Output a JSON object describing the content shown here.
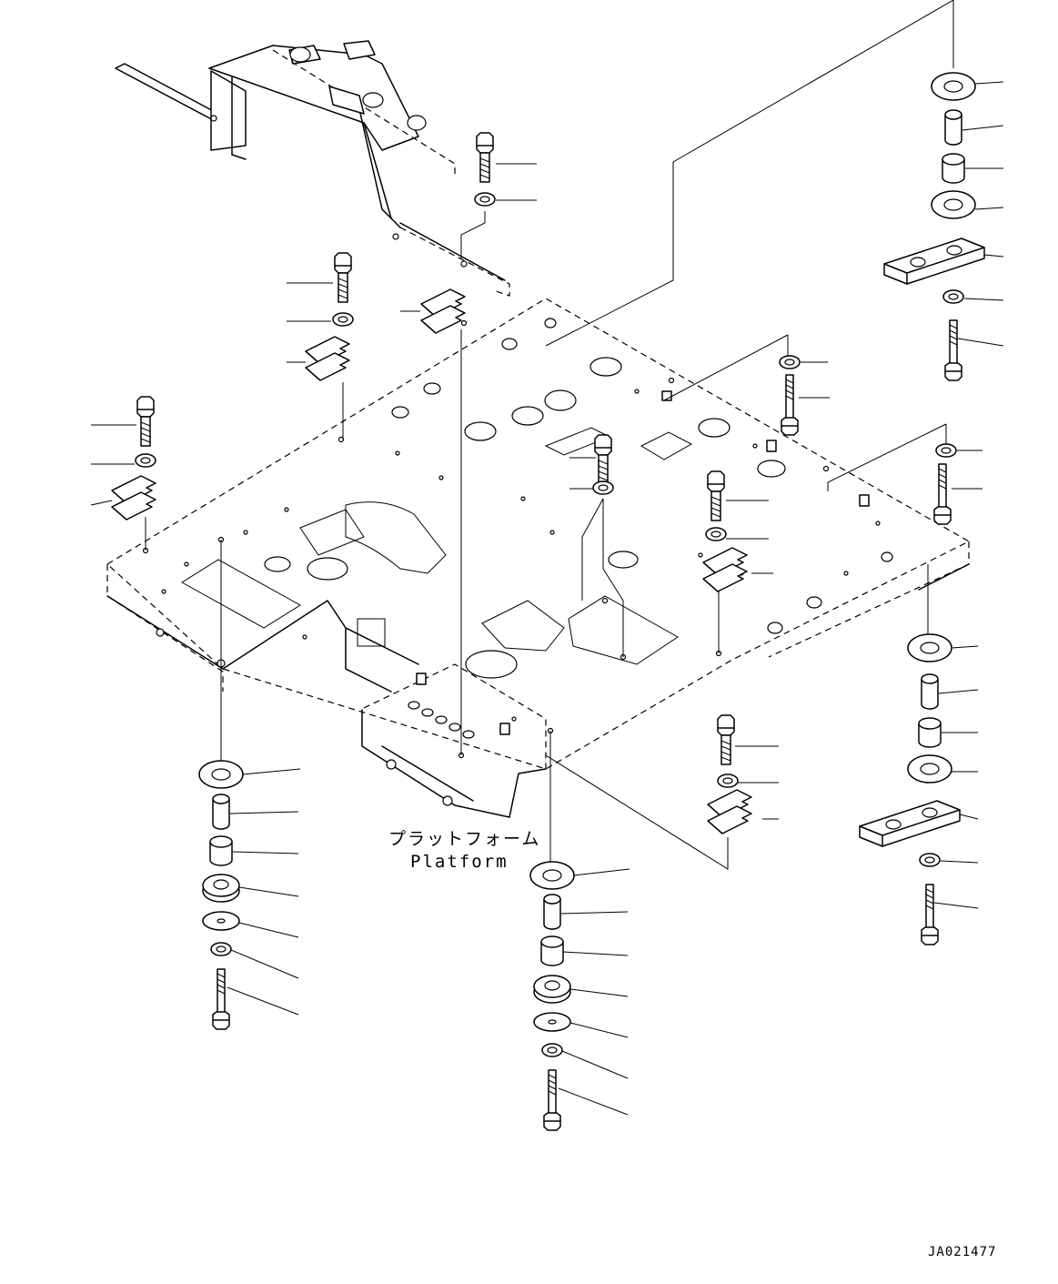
{
  "labels": {
    "platform_jp": "プラットフォーム",
    "platform_en": "Platform",
    "drawing_number": "JA021477"
  }
}
